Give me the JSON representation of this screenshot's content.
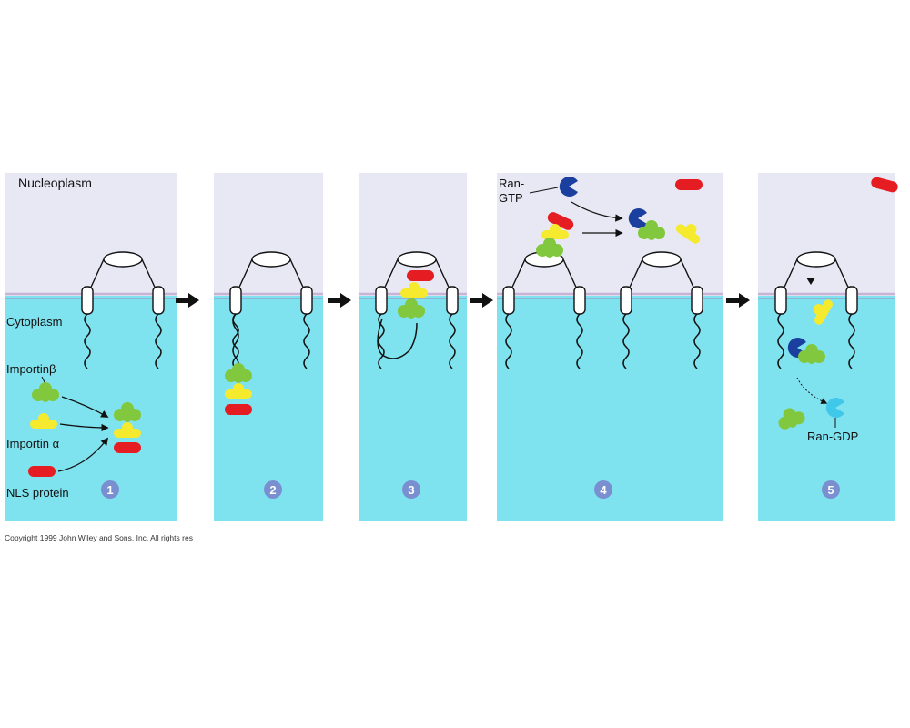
{
  "colors": {
    "nucleoplasm": "#e8e8f4",
    "cytoplasm": "#7fe3ef",
    "membrane": "#c7b3d6",
    "importin_beta": "#82c83e",
    "importin_alpha": "#f5ea2e",
    "nls_protein": "#e51d23",
    "ran_gtp": "#1b3f9e",
    "ran_gdp": "#3fc8ea",
    "step_badge": "#7a8fd0"
  },
  "labels": {
    "nucleoplasm": "Nucleoplasm",
    "cytoplasm": "Cytoplasm",
    "importin_beta": "Importinβ",
    "importin_alpha": "Importin α",
    "nls_protein": "NLS protein",
    "ran_gtp_line1": "Ran-",
    "ran_gtp_line2": "GTP",
    "ran_gdp": "Ran-GDP",
    "copyright": "Copyright 1999 John Wiley and Sons, Inc. All rights res"
  },
  "steps": [
    "1",
    "2",
    "3",
    "4",
    "5"
  ]
}
